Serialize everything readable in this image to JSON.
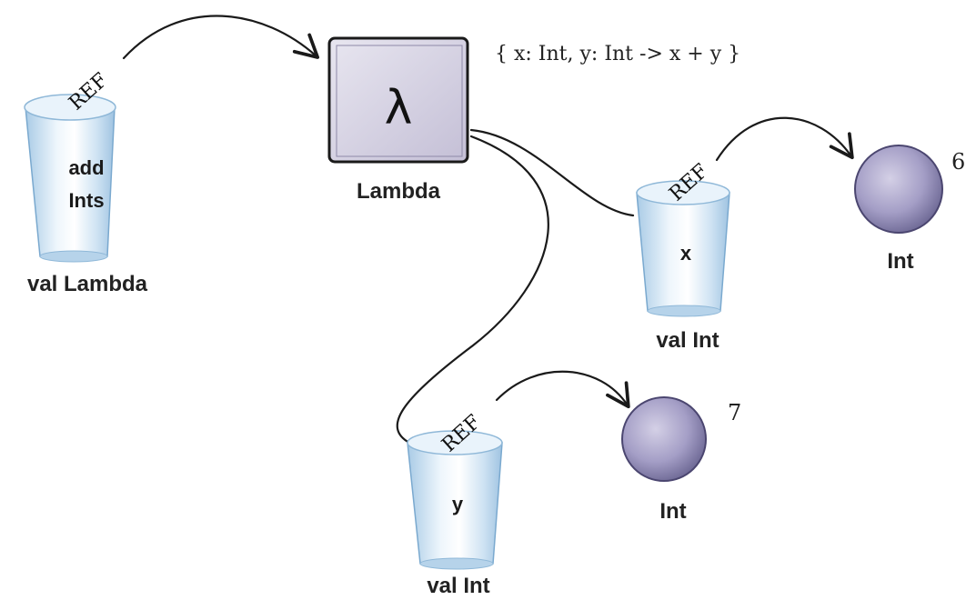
{
  "lambda_node": {
    "symbol": "λ",
    "type_label": "Lambda",
    "code": "{ x: Int, y: Int -> x + y }"
  },
  "variables": {
    "add_ints": {
      "name_line1": "add",
      "name_line2": "Ints",
      "type_label": "val Lambda",
      "ref": "REF"
    },
    "x": {
      "name": "x",
      "type_label": "val Int",
      "ref": "REF"
    },
    "y": {
      "name": "y",
      "type_label": "val Int",
      "ref": "REF"
    }
  },
  "objects": {
    "int_x": {
      "type_label": "Int",
      "value": "6"
    },
    "int_y": {
      "type_label": "Int",
      "value": "7"
    }
  },
  "colors": {
    "cup_blue": "#bcd9ee",
    "lambda_box": "#cfcbdd",
    "int_sphere": "#9b95bf"
  }
}
